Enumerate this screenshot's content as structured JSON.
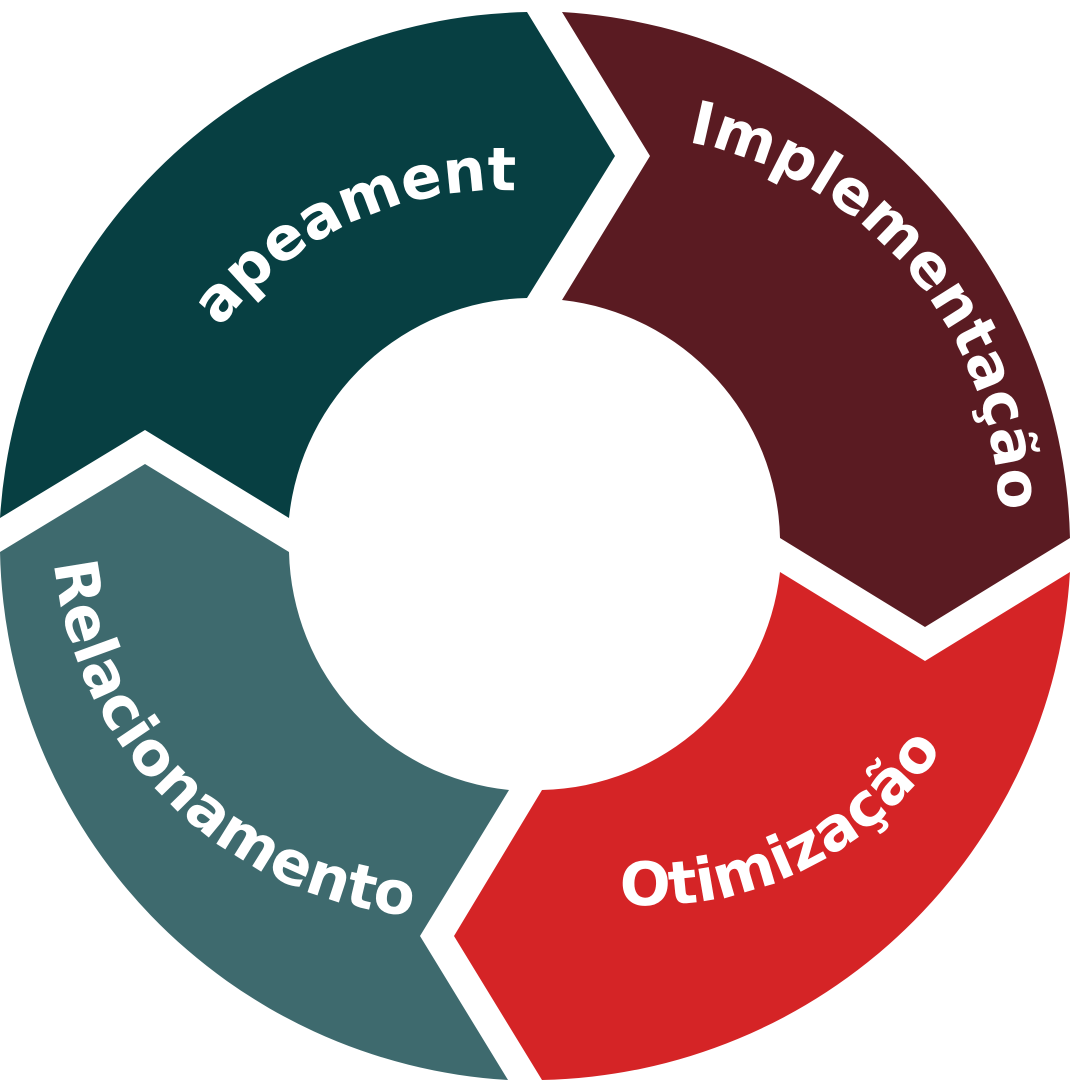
{
  "diagram": {
    "segments": [
      {
        "id": "mapeamento",
        "label": "Mapeamento",
        "color": "#073F42"
      },
      {
        "id": "implementacao",
        "label": "Implementação",
        "color": "#5A1B22"
      },
      {
        "id": "otimizacao",
        "label": "Otimização",
        "color": "#D52426"
      },
      {
        "id": "relacionamento",
        "label": "Relacionamento",
        "color": "#3E6A6E"
      }
    ]
  }
}
